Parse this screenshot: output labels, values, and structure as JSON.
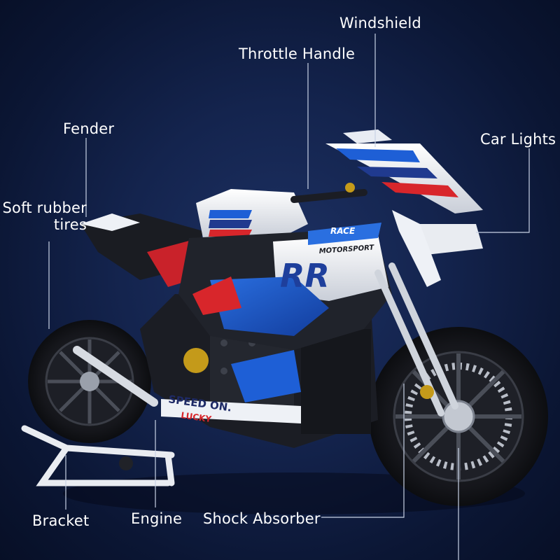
{
  "labels": {
    "windshield": "Windshield",
    "throttle_handle": "Throttle Handle",
    "fender": "Fender",
    "car_lights": "Car Lights",
    "soft_rubber_tires": "Soft rubber\ntires",
    "bracket": "Bracket",
    "engine": "Engine",
    "shock_absorber": "Shock Absorber"
  },
  "bike_decals": {
    "race": "RACE",
    "motorsport": "MOTORSPORT",
    "rr": "RR",
    "speed_on": "SPEED ON.",
    "lucky": "LUCKY"
  },
  "colors": {
    "background": "#0b1634",
    "leader_line": "#c9d3e6",
    "label_text": "#ffffff",
    "body_white": "#f2f4f8",
    "accent_blue": "#1e5fd6",
    "accent_red": "#d8262b",
    "accent_dark": "#1a1c22"
  }
}
